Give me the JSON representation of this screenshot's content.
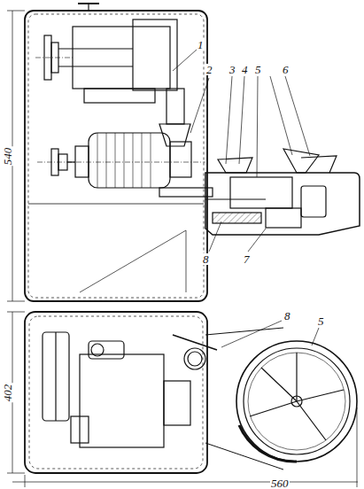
{
  "diagram": {
    "labels": [
      "1",
      "2",
      "3",
      "4",
      "5",
      "6",
      "8",
      "7",
      "540",
      "8",
      "5",
      "402",
      "560"
    ]
  }
}
